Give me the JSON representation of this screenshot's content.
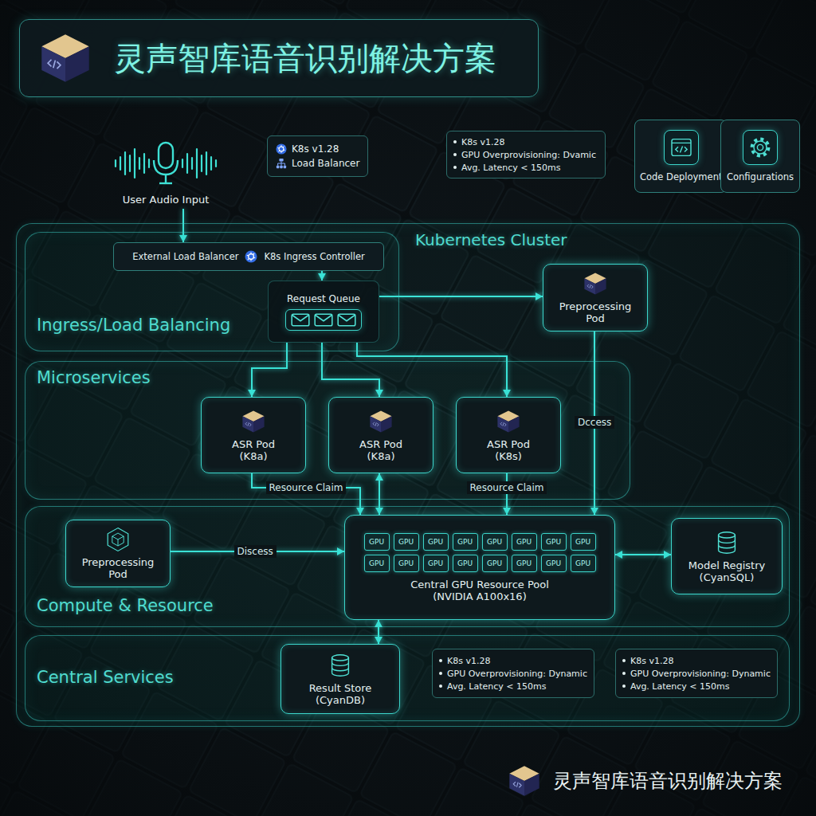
{
  "diagram": {
    "title": "灵声智库语音识别解决方案",
    "caption": "灵声智库语音识别解决方案",
    "nodes": [
      {
        "text": [
          "User Audio Input"
        ]
      },
      {
        "text": [
          "K8s v1.28",
          "Load Balancer"
        ]
      },
      {
        "text": [
          "K8s v1.28",
          "GPU Overprovisioning: Dvamic",
          "Avg. Latency < 150ms"
        ]
      },
      {
        "text": [
          "Code Deployment"
        ]
      },
      {
        "text": [
          "Configurations"
        ]
      },
      {
        "text": [
          "Kubernetes Cluster"
        ]
      },
      {
        "text": [
          "Ingress/Load Balancing"
        ],
        "in": 5
      },
      {
        "text": [
          "External Load Balancer",
          "K8s Ingress Controller"
        ],
        "in": 6
      },
      {
        "text": [
          "Request Queue"
        ],
        "in": 6
      },
      {
        "text": [
          "Preprocessing Pod"
        ],
        "in": 5
      },
      {
        "text": [
          "Microservices"
        ],
        "in": 5
      },
      {
        "text": [
          "ASR Pod (K8a)"
        ],
        "in": 10
      },
      {
        "text": [
          "ASR Pod (K8a)"
        ],
        "in": 10
      },
      {
        "text": [
          "ASR Pod (K8s)"
        ],
        "in": 10
      },
      {
        "text": [
          "Compute & Resource"
        ],
        "in": 5
      },
      {
        "text": [
          "Preprocessing Pod"
        ],
        "in": 14
      },
      {
        "text": [
          "Central GPU Resource Pool (NVIDIA A100x16)"
        ],
        "in": 14
      },
      {
        "text": [
          "Model Registry (CyanSQL)"
        ],
        "in": 14
      },
      {
        "text": [
          "Central Services"
        ],
        "in": 5
      },
      {
        "text": [
          "Result Store (CyanDB)"
        ],
        "in": 18
      },
      {
        "text": [
          "K8s v1.28",
          "GPU Overprovisioning: Dynamic",
          "Avg. Latency < 150ms"
        ],
        "in": 18
      },
      {
        "text": [
          "K8s v1.28",
          "GPU Overprovisioning: Dynamic",
          "Avg. Latency < 150ms"
        ],
        "in": 18
      }
    ],
    "edges": [
      {
        "from": 0,
        "to": 7,
        "arrow": "to"
      },
      {
        "from": 7,
        "to": 8,
        "arrow": "to"
      },
      {
        "from": 8,
        "to": 9,
        "arrow": "to"
      },
      {
        "from": 8,
        "to": 11,
        "arrow": "to"
      },
      {
        "from": 8,
        "to": 12,
        "arrow": "to"
      },
      {
        "from": 8,
        "to": 13,
        "arrow": "to"
      },
      {
        "from": 9,
        "to": 16,
        "label": "Dccess",
        "arrow": "to"
      },
      {
        "from": 13,
        "to": 16,
        "label": "Resource Claim",
        "arrow": "to"
      },
      {
        "from": 12,
        "to": 16,
        "arrow": "both"
      },
      {
        "from": 11,
        "to": 16,
        "label": "Resource Claim",
        "arrow": "to"
      },
      {
        "from": 15,
        "to": 16,
        "label": "Discess",
        "arrow": "to"
      },
      {
        "from": 16,
        "to": 17,
        "arrow": "both"
      },
      {
        "from": 19,
        "to": 16,
        "arrow": "both"
      }
    ],
    "labels": [
      "GPU",
      "GPU",
      "GPU",
      "GPU",
      "GPU",
      "GPU",
      "GPU",
      "GPU",
      "GPU",
      "GPU",
      "GPU",
      "GPU",
      "GPU",
      "GPU",
      "GPU",
      "GPU"
    ]
  }
}
